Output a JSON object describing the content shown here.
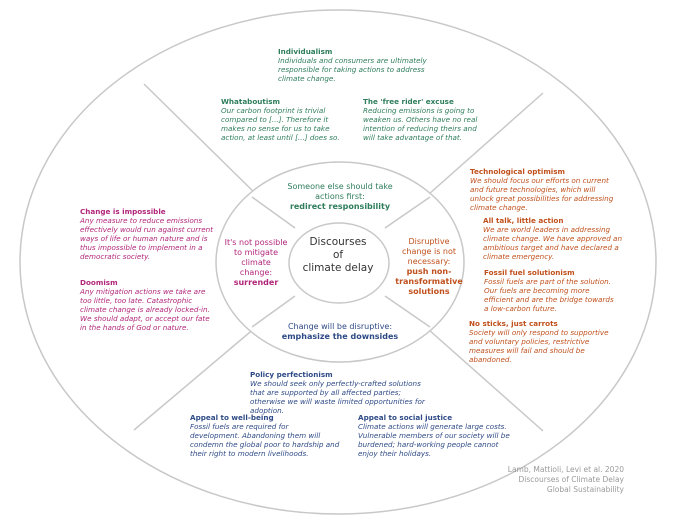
{
  "colors": {
    "responsibility": "#2e7d5b",
    "non_transformative": "#c0501c",
    "surrender": "#b1267a",
    "downsides": "#2e4a86",
    "lines": "#c8c8c8",
    "credit": "#9a9a9a"
  },
  "center": {
    "line1": "Discourses",
    "line2": "of",
    "line3": "climate delay"
  },
  "inner": {
    "top": {
      "text": "Someone else should take actions first:",
      "emphasis": "redirect responsibility"
    },
    "right": {
      "text": "Disruptive change is not necessary:",
      "emphasis": "push non-transformative solutions"
    },
    "left": {
      "text": "It's not possible to mitigate climate change:",
      "emphasis": "surrender"
    },
    "bottom": {
      "text": "Change will be disruptive:",
      "emphasis": "emphasize the downsides"
    }
  },
  "discourses": {
    "individualism": {
      "title": "Individualism",
      "body": "Individuals and consumers are ultimately responsible for taking actions to address climate change."
    },
    "whataboutism": {
      "title": "Whataboutism",
      "body": "Our carbon footprint is trivial compared to [...]. Therefore it makes no sense for us to take action, at least until [...] does so."
    },
    "free_rider": {
      "title": "The 'free rider' excuse",
      "body": "Reducing emissions is going to weaken us. Others have no real intention of reducing theirs and will take advantage of that."
    },
    "tech_optimism": {
      "title": "Technological optimism",
      "body": "We should focus our efforts on current and future technologies, which will unlock great possibilities for addressing climate change."
    },
    "all_talk": {
      "title": "All talk, little action",
      "body": "We are world leaders in addressing climate change. We have approved an ambitious target and have declared a climate emergency."
    },
    "fossil_fuel": {
      "title": "Fossil fuel solutionism",
      "body": "Fossil fuels are part of the solution. Our fuels are becoming more efficient and are the bridge towards a low-carbon future."
    },
    "no_sticks": {
      "title": "No sticks, just carrots",
      "body": "Society will only respond to supportive and voluntary policies, restrictive measures will fail and should be abandoned."
    },
    "change_impossible": {
      "title": "Change is impossible",
      "body": "Any measure to reduce emissions effectively would run against current ways of life or human nature and is thus impossible to implement in a democratic society."
    },
    "doomism": {
      "title": "Doomism",
      "body": "Any mitigation actions we take are too little, too late. Catastrophic climate change is already locked-in. We should adapt, or accept our fate in the hands of God or nature."
    },
    "policy_perfectionism": {
      "title": "Policy perfectionism",
      "body": "We should seek only perfectly-crafted solutions that are supported by all affected parties; otherwise we will waste limited opportunities for adoption."
    },
    "wellbeing": {
      "title": "Appeal to well-being",
      "body": "Fossil fuels are required for development. Abandoning them will condemn the global poor to hardship and their right to modern livelihoods."
    },
    "social_justice": {
      "title": "Appeal to social justice",
      "body": "Climate actions will generate large costs. Vulnerable members of our society will be burdened; hard-working people cannot enjoy their holidays."
    }
  },
  "credit": {
    "line1": "Lamb, Mattioli, Levi et al. 2020",
    "line2": "Discourses of Climate Delay",
    "line3": "Global Sustainability"
  }
}
